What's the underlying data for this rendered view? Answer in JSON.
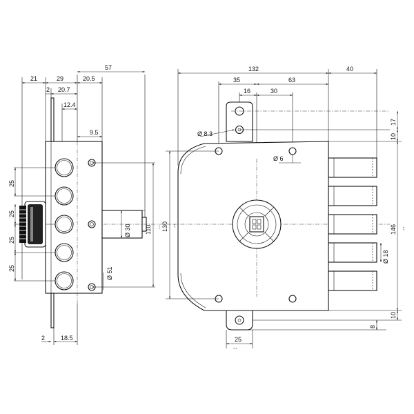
{
  "left_view": {
    "dims_top": [
      "21",
      "29",
      "2",
      "20.7",
      "20.5",
      "12.4",
      "57",
      "9.5"
    ],
    "dims_left": [
      "25",
      "25",
      "25",
      "25"
    ],
    "dims_bottom": [
      "2",
      "18.5"
    ],
    "dia_cylinder": "Ø 30",
    "dia_pin": "Ø 51",
    "height": "110",
    "height_note": "± ±"
  },
  "right_view": {
    "dims_top": [
      "132",
      "40",
      "35",
      "63",
      "16",
      "30"
    ],
    "dia_hole_large": "Ø 8.3",
    "dia_hole_small": "Ø 6",
    "height": "130",
    "height_note": "± ±",
    "dims_right": [
      "17",
      "10",
      "146",
      "10",
      "8"
    ],
    "dims_right_note": "± ±",
    "dia_bolt": "Ø 18",
    "bottom_width": "25",
    "bottom_note": "± ±"
  }
}
